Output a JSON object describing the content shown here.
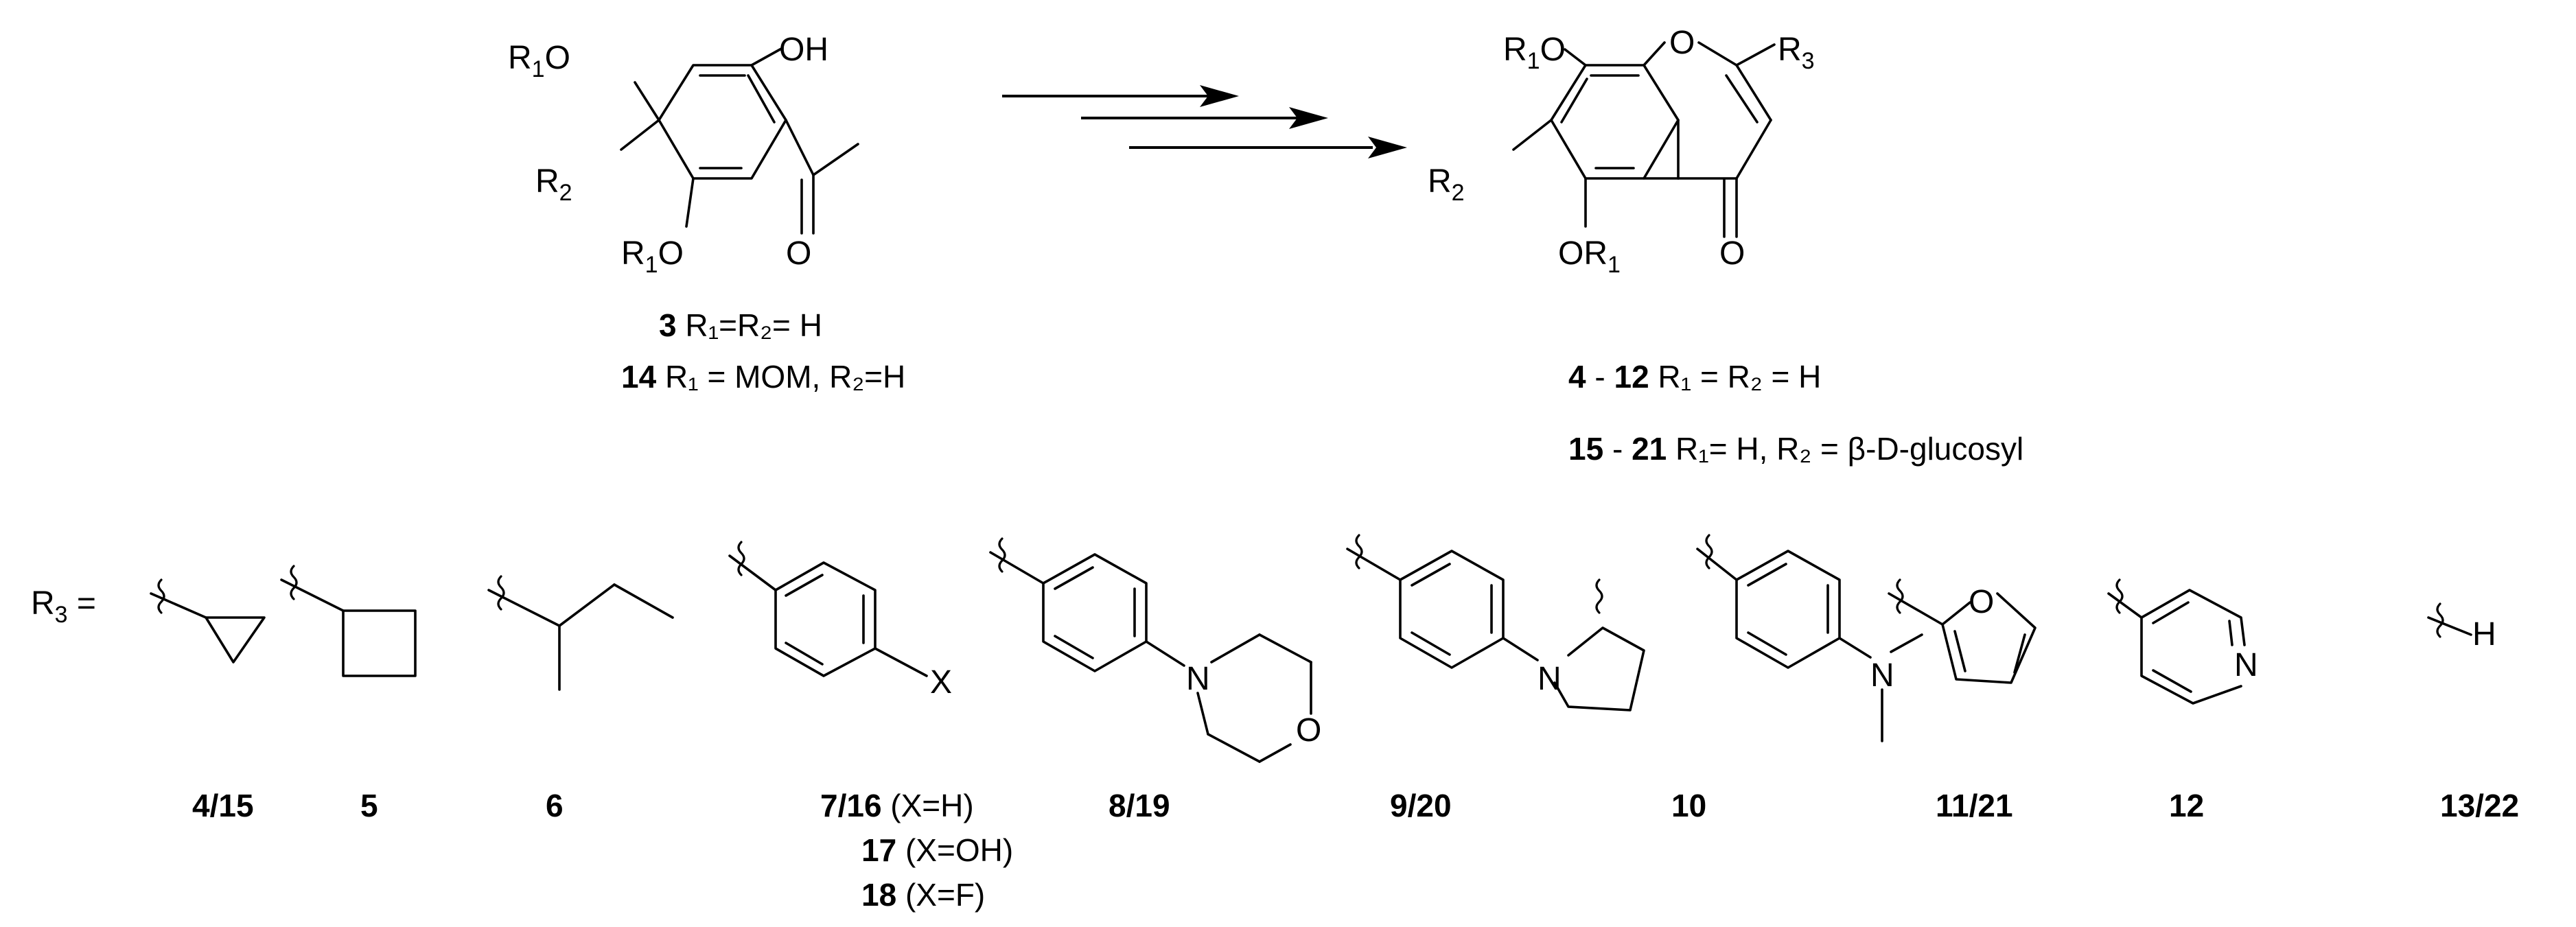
{
  "atoms": {
    "R": "R",
    "O": "O",
    "OH": "OH",
    "N": "N",
    "H": "H",
    "X": "X",
    "sub1": "1",
    "sub2": "2",
    "sub3": "3",
    "R3_equals": "R",
    "equals": " ="
  },
  "labels": {
    "cmpd3": {
      "num": "3",
      "text": " R₁=R₂= H"
    },
    "cmpd14": {
      "num": "14",
      "text": " R₁ = MOM, R₂=H"
    },
    "cmpd4_12": {
      "num1": "4",
      "dash": " - ",
      "num2": "12",
      "text": " R₁ = R₂ = H"
    },
    "cmpd15_21": {
      "num1": "15",
      "dash": " - ",
      "num2": "21",
      "text": " R₁= H, R₂ = β-D-glucosyl"
    }
  },
  "substituents": [
    {
      "id": "cyclopropyl",
      "num": "4/15",
      "text": ""
    },
    {
      "id": "cyclobutyl",
      "num": "5",
      "text": ""
    },
    {
      "id": "sec-butyl",
      "num": "6",
      "text": ""
    },
    {
      "id": "aryl-x",
      "num": "7/16",
      "text": " (X=H)"
    },
    {
      "id": "aryl-x-oh",
      "num": "17",
      "text": " (X=OH)"
    },
    {
      "id": "aryl-x-f",
      "num": "18",
      "text": " (X=F)"
    },
    {
      "id": "morpholinophenyl",
      "num": "8/19",
      "text": ""
    },
    {
      "id": "pyrrolidinophenyl",
      "num": "9/20",
      "text": ""
    },
    {
      "id": "dimethylaminophenyl",
      "num": "10",
      "text": ""
    },
    {
      "id": "furyl",
      "num": "11/21",
      "text": ""
    },
    {
      "id": "pyridyl",
      "num": "12",
      "text": ""
    },
    {
      "id": "hydrogen",
      "num": "13/22",
      "text": ""
    }
  ]
}
